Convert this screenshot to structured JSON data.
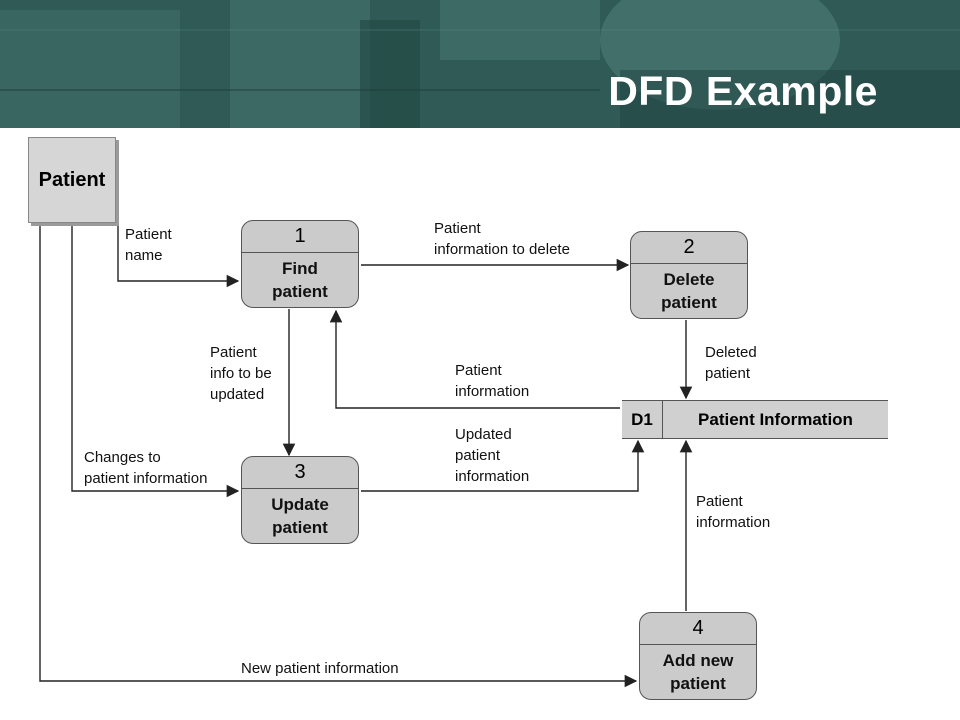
{
  "slide": {
    "title": "DFD Example"
  },
  "entity": {
    "label": "Patient"
  },
  "processes": [
    {
      "number": "1",
      "name": "Find\npatient"
    },
    {
      "number": "2",
      "name": "Delete\npatient"
    },
    {
      "number": "3",
      "name": "Update\npatient"
    },
    {
      "number": "4",
      "name": "Add new\npatient"
    }
  ],
  "data_store": {
    "id": "D1",
    "name": "Patient Information"
  },
  "flows": {
    "patient_name": "Patient\nname",
    "info_to_delete": "Patient\ninformation to delete",
    "info_to_update": "Patient\ninfo to be\nupdated",
    "patient_information_to_find": "Patient\ninformation",
    "deleted_patient": "Deleted\npatient",
    "changes": "Changes to\npatient information",
    "updated_info": "Updated\npatient\ninformation",
    "patient_information_from_add": "Patient\ninformation",
    "new_patient_info": "New patient information"
  },
  "colors": {
    "header": "#2c5752",
    "process_fill": "#cbcbcb",
    "store_fill": "#d0d0d0",
    "entity_fill": "#d6d6d6"
  }
}
